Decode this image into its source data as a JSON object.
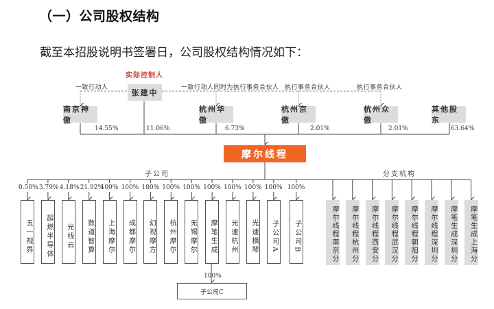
{
  "heading": "（一）公司股权结构",
  "intro": "截至本招股说明书签署日，公司股权结构情况如下：",
  "colors": {
    "main_box": "#f26522",
    "controller_label": "#d0443a",
    "gray_box": "#dcdcdc"
  },
  "controller": {
    "label": "实际控制人",
    "name": "张建中",
    "pct": "11.06%"
  },
  "relations": {
    "left": "一致行动人",
    "middle": "一致行动人同时为执行事务合伙人",
    "right1": "执行事务合伙人",
    "right2": "执行事务合伙人"
  },
  "shareholders": [
    {
      "name": "南京神傲",
      "pct": "14.55%"
    },
    {
      "name": "杭州华傲",
      "pct": "6.73%"
    },
    {
      "name": "杭州京傲",
      "pct": "2.01%"
    },
    {
      "name": "杭州众傲",
      "pct": "2.01%"
    },
    {
      "name": "其他股东",
      "pct": "63.64%"
    }
  ],
  "company": "摩尔线程",
  "subsidiaries_label": "子公司",
  "branches_label": "分支机构",
  "subsidiaries": [
    {
      "name": "五一视界",
      "pct": "0.50%"
    },
    {
      "name": "超燃半导体",
      "pct": "3.79%"
    },
    {
      "name": "光线云",
      "pct": "4.18%"
    },
    {
      "name": "数道智算",
      "pct": "21.92%"
    },
    {
      "name": "上海摩尔",
      "pct": "100%"
    },
    {
      "name": "成都摩尔",
      "pct": "100%"
    },
    {
      "name": "幻视摩方",
      "pct": "100%"
    },
    {
      "name": "杭州摩尔",
      "pct": "100%"
    },
    {
      "name": "无锡摩尔",
      "pct": "100%"
    },
    {
      "name": "摩笔生成",
      "pct": "100%"
    },
    {
      "name": "光速杭州",
      "pct": "100%"
    },
    {
      "name": "光速横琴",
      "pct": "100%"
    },
    {
      "name": "子公司A",
      "pct": "100%"
    },
    {
      "name": "子公司B",
      "pct": "100%"
    }
  ],
  "sub_subsidiary": {
    "parent": "摩笔生成",
    "name": "子公司C",
    "pct": "100%"
  },
  "branches": [
    "摩尔线程南京分",
    "摩尔线程杭州分",
    "摩尔线程西安分",
    "摩尔线程武汉分",
    "摩尔线程朝阳分",
    "摩尔线程深圳分",
    "摩笔生成深圳分",
    "摩笔生成上海分"
  ]
}
